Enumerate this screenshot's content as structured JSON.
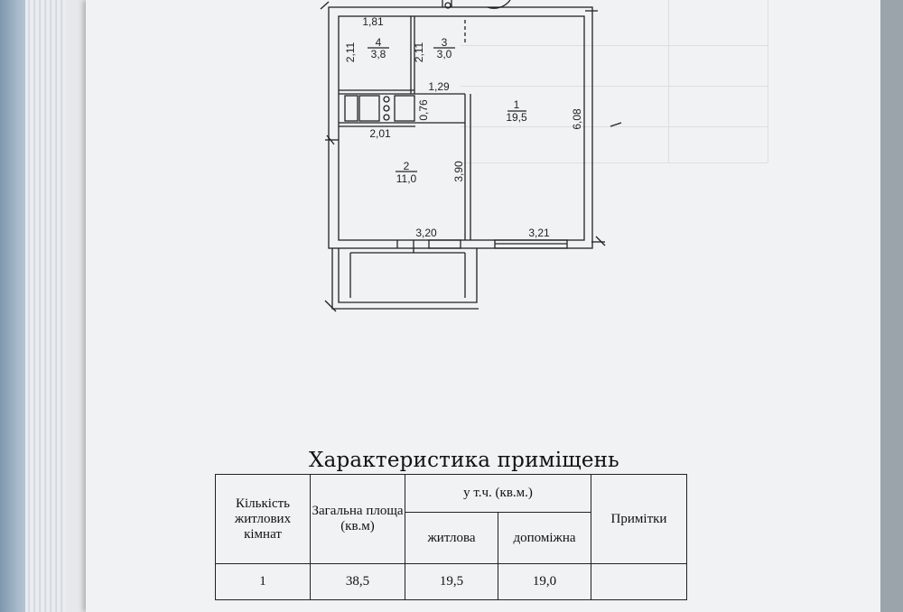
{
  "floor_plan": {
    "rooms": [
      {
        "number": "1",
        "area": "19,5"
      },
      {
        "number": "2",
        "area": "11,0"
      },
      {
        "number": "3",
        "area": "3,0"
      },
      {
        "number": "4",
        "area": "3,8"
      }
    ],
    "dimensions": [
      "1,81",
      "2,11",
      "2,11",
      "1,29",
      "0,76",
      "2,01",
      "3,90",
      "6,08",
      "3,20",
      "3,21"
    ]
  },
  "table": {
    "title": "Характеристика приміщень",
    "headers": {
      "rooms_count": "Кількість житлових кімнат",
      "total_area": "Загальна площа (кв.м)",
      "including": "у т.ч. (кв.м.)",
      "living": "житлова",
      "auxiliary": "допоміжна",
      "notes": "Примітки"
    },
    "row": {
      "rooms_count": "1",
      "total_area": "38,5",
      "living": "19,5",
      "auxiliary": "19,0",
      "notes": ""
    }
  },
  "colors": {
    "ink": "#222222",
    "paper": "#f1f2f3",
    "desk": "#8f9aa3"
  }
}
